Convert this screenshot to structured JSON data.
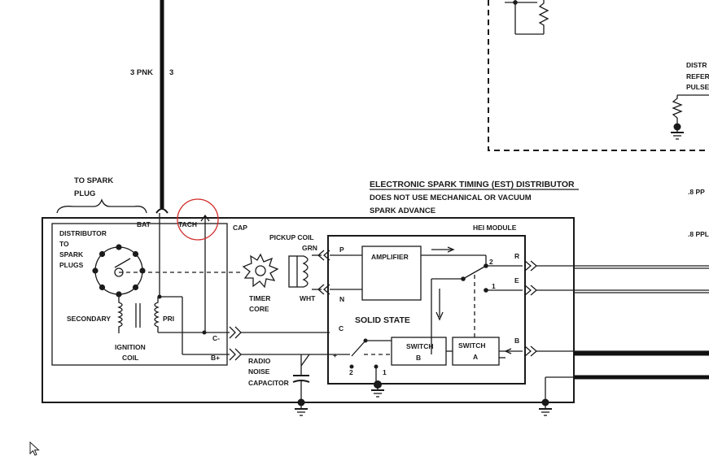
{
  "labels": {
    "wire_top": "3 PNK",
    "wire_top_num": "3",
    "to_spark_plug": "TO SPARK",
    "to_spark_plug_2": "PLUG",
    "est_title": "ELECTRONIC SPARK TIMING (EST) DISTRIBUTOR",
    "est_line2": "DOES NOT USE MECHANICAL OR VACUUM",
    "est_line3": "SPARK ADVANCE",
    "bat": "BAT",
    "tach": "TACH",
    "cap": "CAP",
    "hei_module": "HEI MODULE",
    "distributor_1": "DISTRIBUTOR",
    "distributor_2": "TO",
    "distributor_3": "SPARK",
    "distributor_4": "PLUGS",
    "secondary": "SECONDARY",
    "pri": "PRI",
    "ignition_1": "IGNITION",
    "ignition_2": "COIL",
    "c_minus": "C-",
    "b_plus": "B+",
    "pickup_coil": "PICKUP COIL",
    "grn": "GRN",
    "wht": "WHT",
    "timer_core_1": "TIMER",
    "timer_core_2": "CORE",
    "radio_1": "RADIO",
    "radio_2": "NOISE",
    "radio_3": "CAPACITOR",
    "amplifier": "AMPLIFIER",
    "solid_state": "SOLID STATE",
    "switch_b_1": "SWITCH",
    "switch_b_2": "B",
    "switch_a_1": "SWITCH",
    "switch_a_2": "A",
    "term_p": "P",
    "term_n": "N",
    "term_c": "C",
    "term_plus": "+",
    "term_r": "R",
    "term_e": "E",
    "term_b": "B",
    "sw_2": "2",
    "sw_1": "1",
    "swb_2": "2",
    "swb_1": "1",
    "dist_ref_1": "DISTR",
    "dist_ref_2": "REFER",
    "dist_ref_3": "PULSE",
    "wire_r1": ".8 PP",
    "wire_r2": ".8 PPL"
  },
  "colors": {
    "ink": "#1a1a1a",
    "highlight_circle": "#d42a2a",
    "background": "#ffffff"
  },
  "icons": {
    "cursor": "mouse-pointer-icon"
  }
}
